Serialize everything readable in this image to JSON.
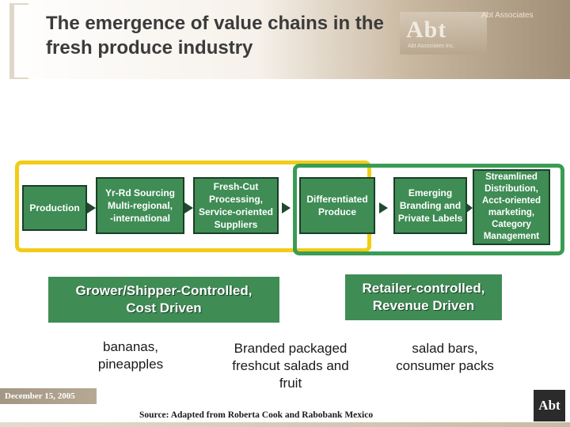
{
  "header": {
    "title": "The emergence of value chains in the fresh produce industry",
    "corner_text": "Abt Associates",
    "logo_text": "Abt",
    "logo_subtext": "Abt Associates Inc."
  },
  "flow": {
    "boxes": [
      {
        "label": "Production"
      },
      {
        "label": "Yr-Rd Sourcing\nMulti-regional,\n-international"
      },
      {
        "label": "Fresh-Cut\nProcessing,\nService-oriented\nSuppliers"
      },
      {
        "label": "Differentiated\nProduce"
      },
      {
        "label": "Emerging\nBranding and\nPrivate Labels"
      },
      {
        "label": "Streamlined\nDistribution,\nAcct-oriented\nmarketing,\nCategory\nManagement"
      }
    ]
  },
  "colors": {
    "box_green": "#3f8c55",
    "outline_yellow": "#f2cc16",
    "outline_green": "#3a9c55"
  },
  "categories": {
    "grower": "Grower/Shipper-Controlled,\nCost Driven",
    "retailer": "Retailer-controlled,\nRevenue Driven"
  },
  "examples": {
    "bananas": "bananas,\npineapples",
    "branded": "Branded packaged\nfreshcut salads and\nfruit",
    "salad": "salad bars,\nconsumer packs"
  },
  "footer": {
    "date": "December 15, 2005",
    "source": "Source: Adapted from Roberta Cook and Rabobank Mexico",
    "logo_text": "Abt"
  }
}
